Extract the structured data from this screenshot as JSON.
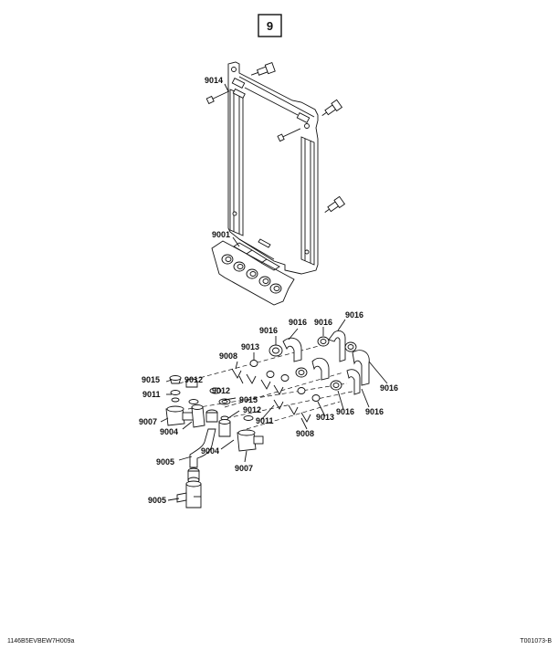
{
  "sheet_number": "9",
  "labels": {
    "p9014": "9014",
    "p9001": "9001",
    "p9016a": "9016",
    "p9016b": "9016",
    "p9016c": "9016",
    "p9016d": "9016",
    "p9016e": "9016",
    "p9016f": "9016",
    "p9016g": "9016",
    "p9013a": "9013",
    "p9013b": "9013",
    "p9008a": "9008",
    "p9008b": "9008",
    "p9015a": "9015",
    "p9015b": "9015",
    "p9012a": "9012",
    "p9012b": "9012",
    "p9012c": "9012",
    "p9011a": "9011",
    "p9011b": "9011",
    "p9007a": "9007",
    "p9007b": "9007",
    "p9004a": "9004",
    "p9004b": "9004",
    "p9005a": "9005",
    "p9005b": "9005"
  },
  "footer": {
    "left_code": "1146B5EVBEW7H009a",
    "right_code": "T001073-B"
  }
}
